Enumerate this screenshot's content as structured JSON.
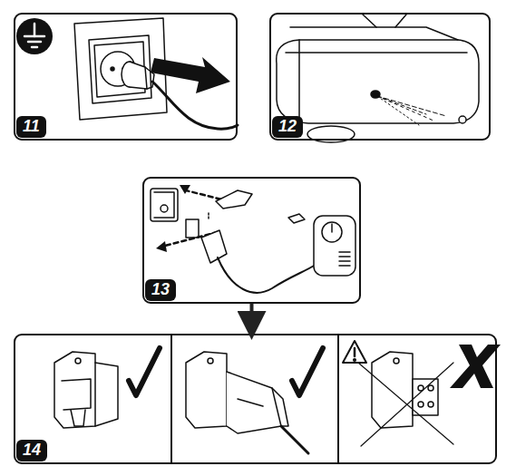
{
  "diagram": {
    "nodes": [
      {
        "text": [
          "11"
        ]
      },
      {
        "text": [
          "12"
        ]
      },
      {
        "text": [
          "13"
        ]
      },
      {
        "text": [
          "14"
        ]
      }
    ],
    "edges": [
      {
        "from": 2,
        "to": 3,
        "arrow": "to"
      }
    ]
  }
}
